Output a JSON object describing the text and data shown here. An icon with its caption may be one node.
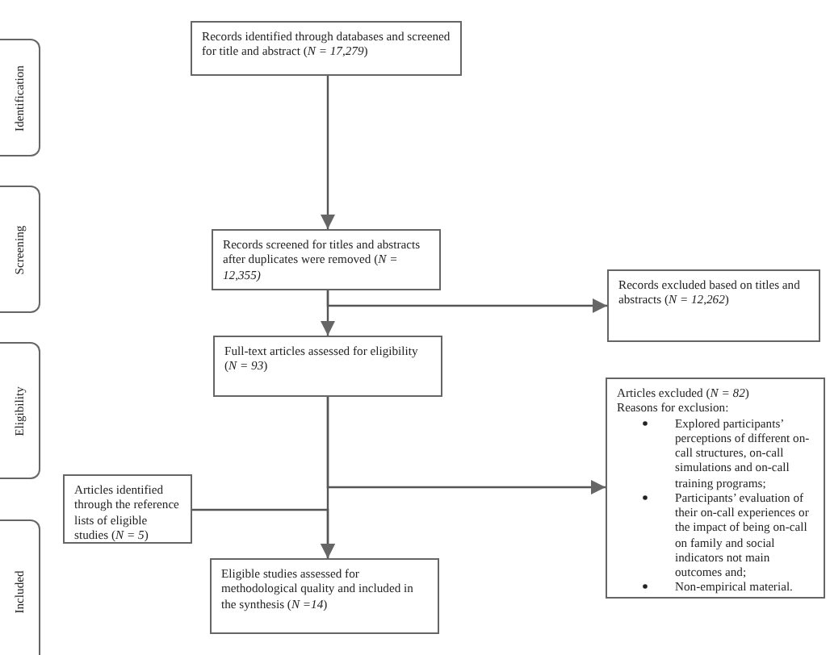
{
  "diagram": {
    "nodes": [
      {
        "text": [
          "Identification"
        ]
      },
      {
        "text": [
          "Screening"
        ]
      },
      {
        "text": [
          "Eligibility"
        ]
      },
      {
        "text": [
          "Included"
        ]
      },
      {
        "text": [
          "Records identified through databases and screened for title and abstract (*N = 17,279*)"
        ]
      },
      {
        "text": [
          "Records screened for titles and abstracts after duplicates were removed (*N = 12,355)*"
        ]
      },
      {
        "text": [
          "Records excluded based on titles and abstracts (*N = 12,262*)"
        ]
      },
      {
        "text": [
          "Full-text articles assessed for eligibility (*N = 93*)"
        ]
      },
      {
        "text": [
          "Articles excluded (*N = 82*)",
          "Reasons for exclusion:",
          "Explored participants’ perceptions of different on-call structures, on-call simulations and on-call training programs;",
          "Participants’ evaluation of their on-call experiences or the impact of being on-call on family and social indicators not main outcomes and;",
          "Non-empirical material."
        ]
      },
      {
        "text": [
          "Articles identified through the reference lists of eligible studies (*N = 5*)"
        ]
      },
      {
        "text": [
          "Eligible studies assessed for methodological quality and included in the synthesis (*N =14*)"
        ]
      }
    ],
    "edges": [
      {
        "from": 4,
        "to": 5,
        "arrow": "to"
      },
      {
        "from": 5,
        "to": 7,
        "arrow": "to"
      },
      {
        "from": 5,
        "to": 6,
        "arrow": "to"
      },
      {
        "from": 7,
        "to": 10,
        "arrow": "to"
      },
      {
        "from": 7,
        "to": 8,
        "arrow": "to"
      },
      {
        "from": 9,
        "to": 10,
        "arrow": "to"
      }
    ]
  }
}
